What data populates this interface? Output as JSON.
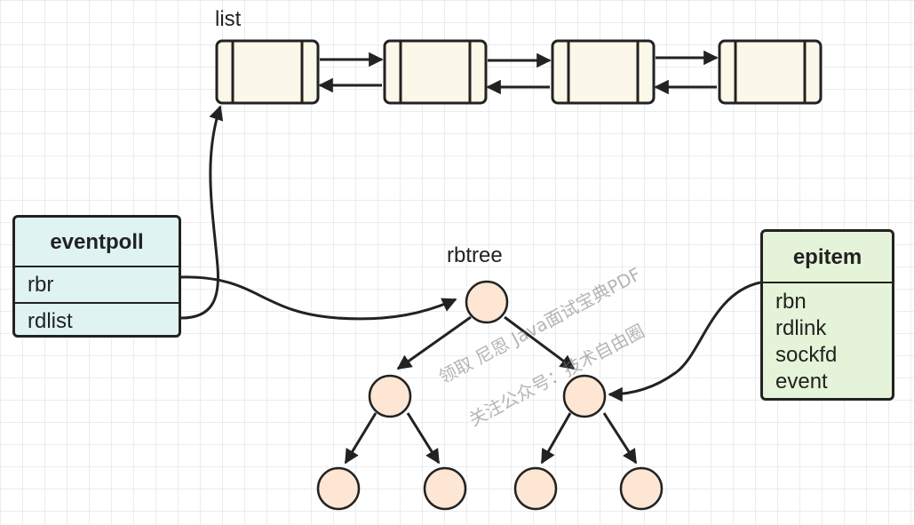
{
  "labels": {
    "list": "list",
    "rbtree": "rbtree"
  },
  "eventpoll": {
    "title": "eventpoll",
    "fields": [
      "rbr",
      "rdlist"
    ]
  },
  "epitem": {
    "title": "epitem",
    "fields": [
      "rbn",
      "rdlink",
      "sockfd",
      "event"
    ]
  },
  "watermark": {
    "line1": "领取  尼恩  Java面试宝典PDF",
    "line2": "关注公众号：技术自由圈"
  },
  "colors": {
    "eventpoll_fill": "#dff3f3",
    "epitem_fill": "#e5f4d8",
    "list_node_fill": "#fbf8ea",
    "tree_node_fill": "#fde6d3",
    "stroke": "#222222"
  }
}
